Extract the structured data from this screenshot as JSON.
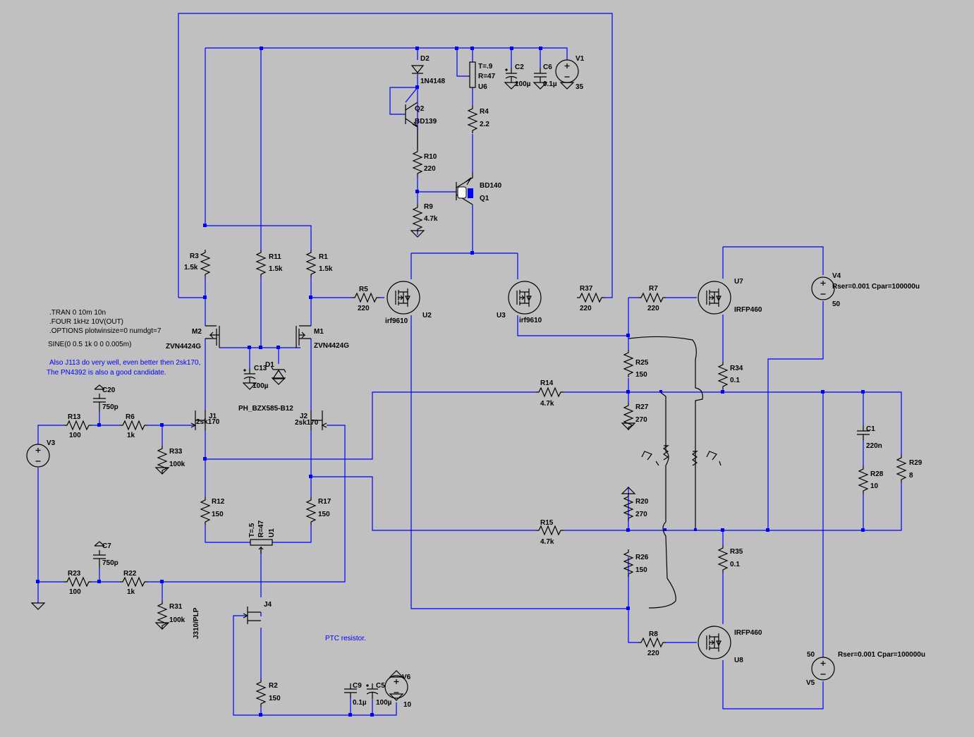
{
  "directives": [
    ".TRAN 0 10m 10n",
    ".FOUR 1kHz 10V(OUT)",
    ".OPTIONS plotwinsize=0 numdgt=7"
  ],
  "v3_source": "SINE(0 0.5 1k 0 0 0.005m)",
  "comments": {
    "jfet_line1": "Also J113 do very well, even better then 2sk170,",
    "jfet_line2": "The PN4392 is also a good candidate.",
    "ptc": "PTC resistor."
  },
  "components": {
    "D2": {
      "ref": "D2",
      "value": "1N4148"
    },
    "Q2": {
      "ref": "Q2",
      "value": "BD139"
    },
    "R10": {
      "ref": "R10",
      "value": "220"
    },
    "R9": {
      "ref": "R9",
      "value": "4.7k"
    },
    "U6": {
      "ref": "U6",
      "t": "T=.9",
      "r": "R=47"
    },
    "R4": {
      "ref": "R4",
      "value": "2.2"
    },
    "Q1": {
      "ref": "Q1",
      "value": "BD140"
    },
    "C2": {
      "ref": "C2",
      "value": "100µ"
    },
    "C6": {
      "ref": "C6",
      "value": "0.1µ"
    },
    "V1": {
      "ref": "V1",
      "value": "35"
    },
    "R3": {
      "ref": "R3",
      "value": "1.5k"
    },
    "R11": {
      "ref": "R11",
      "value": "1.5k"
    },
    "R1": {
      "ref": "R1",
      "value": "1.5k"
    },
    "R5": {
      "ref": "R5",
      "value": "220"
    },
    "U2": {
      "ref": "U2",
      "value": "irf9610"
    },
    "U3": {
      "ref": "U3",
      "value": "irf9610"
    },
    "R37": {
      "ref": "R37",
      "value": "220"
    },
    "R7": {
      "ref": "R7",
      "value": "220"
    },
    "U7": {
      "ref": "U7",
      "value": "IRFP460"
    },
    "V4": {
      "ref": "V4",
      "value": "50",
      "extra": "Rser=0.001 Cpar=100000u"
    },
    "M2": {
      "ref": "M2",
      "value": "ZVN4424G"
    },
    "M1": {
      "ref": "M1",
      "value": "ZVN4424G"
    },
    "C13": {
      "ref": "C13",
      "value": "100µ"
    },
    "D1": {
      "ref": "D1",
      "value": "PH_BZX585-B12"
    },
    "R25": {
      "ref": "R25",
      "value": "150"
    },
    "R34": {
      "ref": "R34",
      "value": "0.1"
    },
    "R14": {
      "ref": "R14",
      "value": "4.7k"
    },
    "R27": {
      "ref": "R27",
      "value": "270"
    },
    "C20": {
      "ref": "C20",
      "value": "750p"
    },
    "J1": {
      "ref": "J1",
      "value": "2sk170"
    },
    "J2": {
      "ref": "J2",
      "value": "2sk170"
    },
    "R13": {
      "ref": "R13",
      "value": "100"
    },
    "R6": {
      "ref": "R6",
      "value": "1k"
    },
    "R33": {
      "ref": "R33",
      "value": "100k"
    },
    "V3": {
      "ref": "V3"
    },
    "C1": {
      "ref": "C1",
      "value": "220n"
    },
    "R28": {
      "ref": "R28",
      "value": "10"
    },
    "R29": {
      "ref": "R29",
      "value": "8"
    },
    "R12": {
      "ref": "R12",
      "value": "150"
    },
    "R17": {
      "ref": "R17",
      "value": "150"
    },
    "U1": {
      "ref": "U1",
      "t": "T=.5",
      "r": "R=47"
    },
    "R20": {
      "ref": "R20",
      "value": "270"
    },
    "R15": {
      "ref": "R15",
      "value": "4.7k"
    },
    "R35": {
      "ref": "R35",
      "value": "0.1"
    },
    "R26": {
      "ref": "R26",
      "value": "150"
    },
    "C7": {
      "ref": "C7",
      "value": "750p"
    },
    "R23": {
      "ref": "R23",
      "value": "100"
    },
    "R22": {
      "ref": "R22",
      "value": "1k"
    },
    "R31": {
      "ref": "R31",
      "value": "100k"
    },
    "J4": {
      "ref": "J4",
      "value": "J310/PLP"
    },
    "R8": {
      "ref": "R8",
      "value": "220"
    },
    "U8": {
      "ref": "U8",
      "value": "IRFP460"
    },
    "V5": {
      "ref": "V5",
      "value": "50",
      "extra": "Rser=0.001 Cpar=100000u"
    },
    "R2": {
      "ref": "R2",
      "value": "150"
    },
    "C9": {
      "ref": "C9",
      "value": "0.1µ"
    },
    "C5": {
      "ref": "C5",
      "value": "100µ"
    },
    "V6": {
      "ref": "V6",
      "value": "10"
    }
  },
  "colors": {
    "background": "#c0c0c0",
    "wire": "#0000ff",
    "component": "#000000"
  }
}
